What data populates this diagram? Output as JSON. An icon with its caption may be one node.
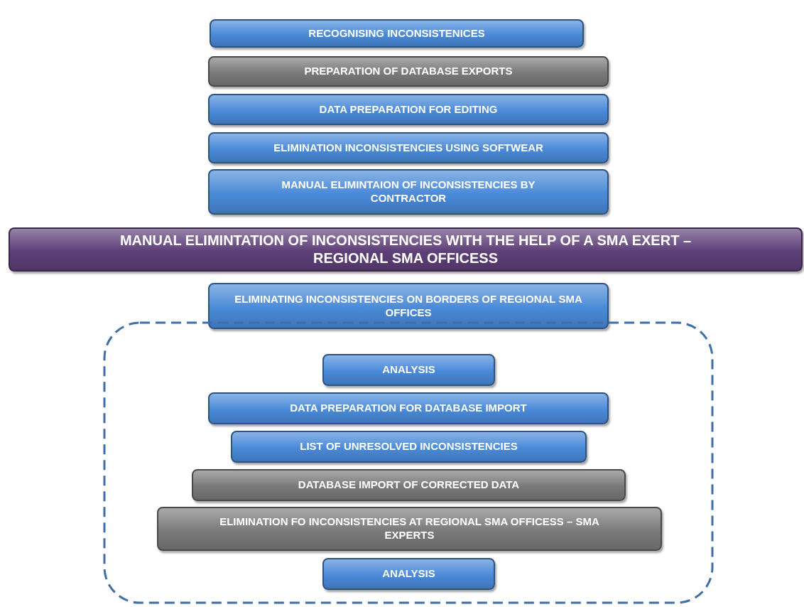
{
  "diagram": {
    "nodes": [
      {
        "text": [
          "RECOGNISING INCONSISTENICES"
        ]
      },
      {
        "text": [
          "PREPARATION OF DATABASE EXPORTS"
        ]
      },
      {
        "text": [
          "DATA PREPARATION FOR EDITING"
        ]
      },
      {
        "text": [
          "ELIMINATION INCONSISTENCIES USING SOFTWEAR"
        ]
      },
      {
        "text": [
          "MANUAL ELIMINTAION OF INCONSISTENCIES BY CONTRACTOR"
        ]
      },
      {
        "text": [
          "MANUAL ELIMINTATION OF INCONSISTENCIES WITH THE HELP OF A SMA EXERT – REGIONAL SMA OFFICESS"
        ]
      },
      {
        "text": [
          "ELIMINATING INCONSISTENCIES ON BORDERS OF REGIONAL SMA OFFICES"
        ]
      },
      {
        "text": [],
        "shape": "box"
      },
      {
        "text": [
          "ANALYSIS"
        ],
        "in": 7
      },
      {
        "text": [
          "DATA PREPARATION FOR DATABASE IMPORT"
        ],
        "in": 7
      },
      {
        "text": [
          "LIST OF UNRESOLVED INCONSISTENCIES"
        ],
        "in": 7
      },
      {
        "text": [
          "DATABASE IMPORT OF CORRECTED DATA"
        ],
        "in": 7
      },
      {
        "text": [
          "ELIMINATION FO INCONSISTENCIES AT REGIONAL SMA OFFICESS – SMA EXPERTS"
        ],
        "in": 7
      },
      {
        "text": [
          "ANALYSIS"
        ],
        "in": 7
      }
    ]
  }
}
